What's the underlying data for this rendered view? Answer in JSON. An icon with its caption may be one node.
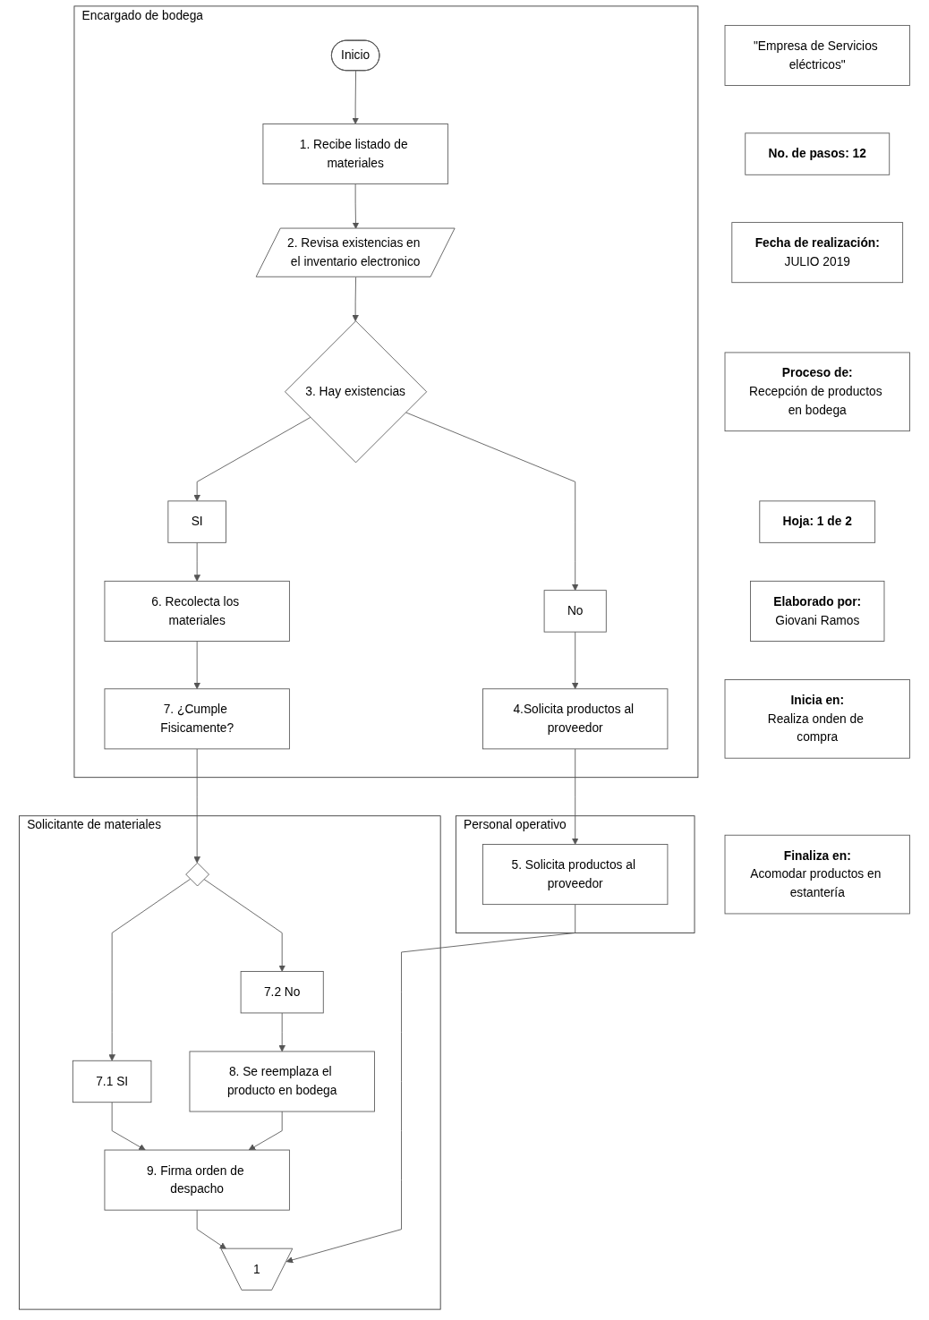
{
  "diagram": {
    "nodes": [
      {
        "text": [
          "\"Empresa de Servicios eléctricos\""
        ]
      },
      {
        "text": [
          "No. de pasos: 12"
        ]
      },
      {
        "text": [
          "Fecha de realización:",
          "JULIO 2019"
        ]
      },
      {
        "text": [
          "Proceso de:",
          "Recepción de productos en bodega"
        ]
      },
      {
        "text": [
          "Hoja: 1 de 2"
        ]
      },
      {
        "text": [
          "Elaborado por:",
          "Giovani Ramos"
        ]
      },
      {
        "text": [
          "Inicia en:",
          "Realiza onden de compra"
        ]
      },
      {
        "text": [
          "Finaliza en:",
          "Acomodar productos en estantería"
        ]
      },
      {
        "text": [
          "Encargado de bodega"
        ]
      },
      {
        "text": [
          "Solicitante de materiales"
        ]
      },
      {
        "text": [
          "Personal operativo"
        ]
      },
      {
        "text": [
          "Inicio"
        ],
        "in": 8
      },
      {
        "text": [
          "1. Recibe listado de materiales"
        ],
        "in": 8
      },
      {
        "text": [
          "2. Revisa existencias en el inventario electronico"
        ],
        "in": 8
      },
      {
        "text": [
          "3. Hay existencias"
        ],
        "in": 8
      },
      {
        "text": [
          "SI"
        ],
        "in": 8
      },
      {
        "text": [
          "No"
        ],
        "in": 8
      },
      {
        "text": [
          "4.Solicita productos al proveedor"
        ],
        "in": 8
      },
      {
        "text": [
          "5. Solicita productos al proveedor"
        ],
        "in": 10
      },
      {
        "text": [
          "6. Recolecta los materiales"
        ],
        "in": 8
      },
      {
        "text": [
          "7. ¿Cumple Fisicamente?"
        ],
        "in": 8
      },
      {
        "text": [],
        "shape": "diamond",
        "in": 9
      },
      {
        "text": [
          "7.1 SI"
        ],
        "in": 9
      },
      {
        "text": [
          "7.2 No"
        ],
        "in": 9
      },
      {
        "text": [
          "8. Se reemplaza el producto en bodega"
        ],
        "in": 9
      },
      {
        "text": [
          "9. Firma orden de despacho"
        ],
        "in": 9
      },
      {
        "text": [
          "1"
        ],
        "in": 9
      }
    ],
    "edges": [
      {
        "from": 11,
        "to": 12,
        "arrow": "to"
      },
      {
        "from": 12,
        "to": 13,
        "arrow": "to"
      },
      {
        "from": 13,
        "to": 14,
        "arrow": "to"
      },
      {
        "from": 14,
        "to": 15,
        "arrow": "to"
      },
      {
        "from": 14,
        "to": 16,
        "arrow": "to"
      },
      {
        "from": 16,
        "to": 17,
        "arrow": "to"
      },
      {
        "from": 17,
        "to": 18,
        "arrow": "to"
      },
      {
        "from": 15,
        "to": 19,
        "arrow": "to"
      },
      {
        "from": 19,
        "to": 20,
        "arrow": "to"
      },
      {
        "from": 20,
        "to": 21,
        "arrow": "to"
      },
      {
        "from": 21,
        "to": 22,
        "arrow": "to"
      },
      {
        "from": 21,
        "to": 23,
        "arrow": "to"
      },
      {
        "from": 23,
        "to": 24,
        "arrow": "to"
      },
      {
        "from": 24,
        "to": 25,
        "arrow": "to"
      },
      {
        "from": 22,
        "to": 25,
        "arrow": "to"
      },
      {
        "from": 25,
        "to": 26,
        "arrow": "to"
      },
      {
        "from": 18,
        "to": 26,
        "arrow": "to"
      }
    ]
  }
}
